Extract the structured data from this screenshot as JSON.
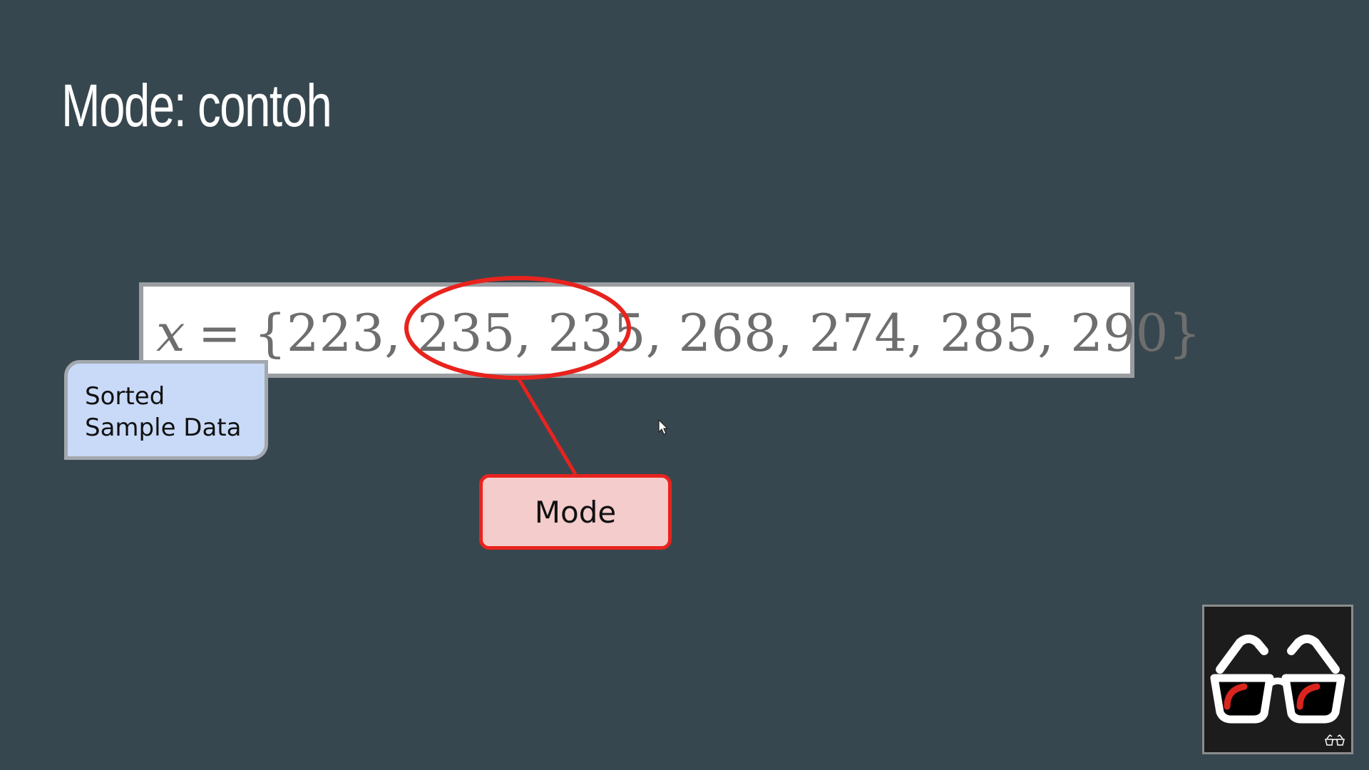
{
  "slide": {
    "title": "Mode: contoh",
    "equation": {
      "variable": "x",
      "equals": "=",
      "open_brace": "{",
      "close_brace": "}",
      "values": [
        "223",
        "235",
        "235",
        "268",
        "274",
        "285",
        "290"
      ],
      "separator": ", "
    },
    "callouts": {
      "sorted_line1": "Sorted",
      "sorted_line2": "Sample Data",
      "mode": "Mode"
    },
    "colors": {
      "background": "#37474f",
      "highlight": "#e8231e",
      "mode_fill": "#f4cccc",
      "sorted_fill": "#c9daf8"
    },
    "icons": {
      "logo": "glasses-logo-icon",
      "cursor": "mouse-pointer-icon"
    }
  }
}
